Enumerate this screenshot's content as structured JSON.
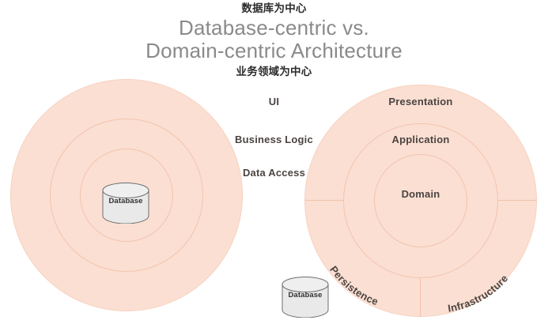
{
  "header": {
    "cn_top_note": "数据库为中心",
    "title_line1": "Database-centric vs.",
    "title_line2": "Domain-centric Architecture",
    "cn_bottom_note": "业务领域为中心"
  },
  "colors": {
    "ring_fill": "#fbdfd2",
    "ring_border": "#f2c4ae",
    "label_text": "#4b4441",
    "title_text": "#8a8a8a",
    "cn_text": "#2b2b2b",
    "cylinder_fill": "#e8e8e8",
    "cylinder_stroke": "#6f6f6f"
  },
  "diagrams": [
    {
      "id": "database-centric",
      "rings": [
        {
          "label": "UI"
        },
        {
          "label": "Business Logic"
        },
        {
          "label": "Data Access"
        }
      ],
      "cylinder": {
        "label": "Database"
      }
    },
    {
      "id": "domain-centric",
      "rings": [
        {
          "label": "Presentation"
        },
        {
          "label": "Application"
        },
        {
          "label": "Domain"
        }
      ],
      "sectors": [
        {
          "label": "Persistence"
        },
        {
          "label": "Infrastructure"
        }
      ]
    }
  ],
  "external_cylinder": {
    "label": "Database"
  }
}
